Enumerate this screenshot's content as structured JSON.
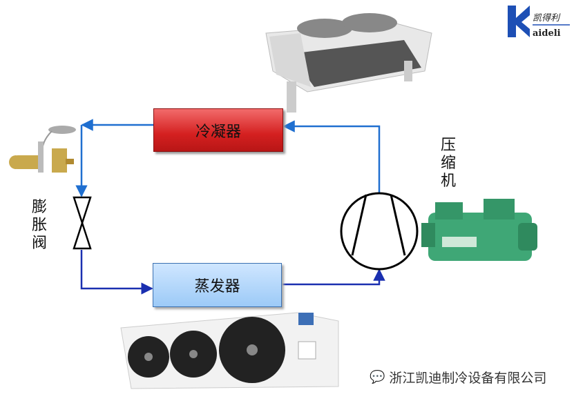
{
  "components": {
    "condenser": "冷凝器",
    "evaporator": "蒸发器",
    "compressor": "压缩机",
    "expansion_valve": "膨胀阀"
  },
  "logo": {
    "cn": "凯得利",
    "en": "aideli",
    "letter": "K"
  },
  "watermark": "浙江凯迪制冷设备有限公司",
  "colors": {
    "flow_line": "#1f6fd0",
    "flow_line_dark": "#1a2fb0",
    "condenser": "#d42020",
    "evaporator": "#9ccaf7"
  }
}
